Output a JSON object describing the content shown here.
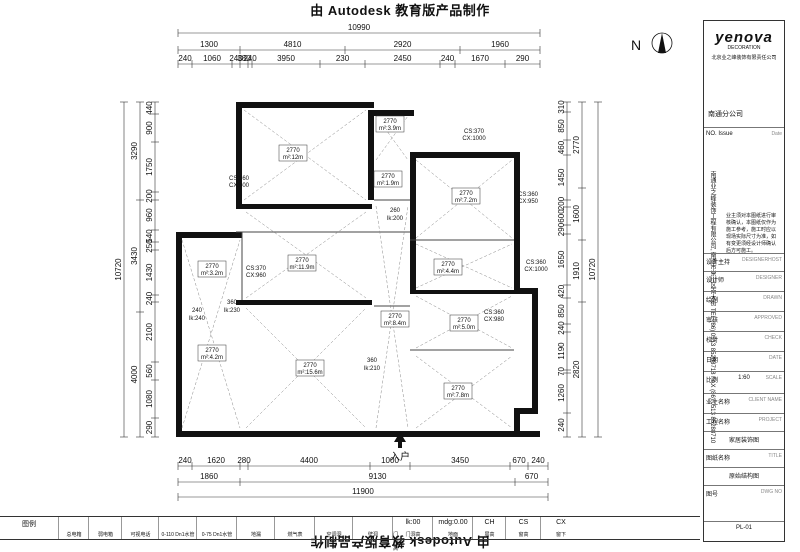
{
  "stamp": "由 Autodesk 教育版产品制作",
  "dims": {
    "top_total": "10990",
    "top_row1": [
      "1300",
      "4810",
      "2920",
      "1960"
    ],
    "top_row2": [
      "240",
      "1060",
      "240",
      "380",
      "240",
      "3950",
      "230",
      "2450",
      "240",
      "1670",
      "290"
    ],
    "bottom_total": "11900",
    "bottom_row1": [
      "1860",
      "9130",
      "670"
    ],
    "bottom_row2": [
      "240",
      "1620",
      "280",
      "4400",
      "1000",
      "3450",
      "670",
      "240"
    ],
    "left_total": "10720",
    "left_row1": [
      "3290",
      "3430",
      "4000"
    ],
    "left_row2": [
      "440",
      "900",
      "1750",
      "200",
      "960",
      "540",
      "250",
      "1430",
      "240",
      "2100",
      "560",
      "1080",
      "290"
    ],
    "right_total": "10720",
    "right_row1": [
      "2770",
      "1600",
      "1910",
      "2820"
    ],
    "right_row2": [
      "310",
      "850",
      "460",
      "1450",
      "200",
      "600",
      "290",
      "1650",
      "420",
      "850",
      "240",
      "1190",
      "70",
      "1260",
      "240"
    ]
  },
  "rooms": [
    {
      "h": "2770",
      "area": "m²:12m"
    },
    {
      "h": "2770",
      "area": "m²:3.9m"
    },
    {
      "h": "2770",
      "area": "m²:1.9m"
    },
    {
      "h": "2770",
      "area": "m²:7.2m"
    },
    {
      "h": "2770",
      "area": "m²:11.9m"
    },
    {
      "h": "2770",
      "area": "m²:3.2m"
    },
    {
      "h": "2770",
      "area": "m²:4.4m"
    },
    {
      "h": "2770",
      "area": "m²:5.0m"
    },
    {
      "h": "2770",
      "area": "m²:8.4m"
    },
    {
      "h": "2770",
      "area": "m²:15.6m"
    },
    {
      "h": "2770",
      "area": "m²:4.2m"
    },
    {
      "h": "2770",
      "area": "m²:7.8m"
    }
  ],
  "openings": [
    {
      "cs": "CS:370",
      "cx": "CX:1000"
    },
    {
      "cs": "CS:360",
      "cx": "CX:400"
    },
    {
      "cs": "CS:360",
      "cx": "CX:950"
    },
    {
      "cs": "CS:370",
      "cx": "CX:960"
    },
    {
      "cs": "CS:360",
      "cx": "CX:1000"
    },
    {
      "cs": "CS:360",
      "cx": "CX:980"
    }
  ],
  "small_labels": [
    "260",
    "lk:200",
    "240",
    "lk:240",
    "360",
    "lk:230",
    "360",
    "lk:210"
  ],
  "entrance": "入户",
  "legend": {
    "title": "图例",
    "items": [
      "总电箱",
      "弱电箱",
      "可视电话",
      "0-110 Dn1水管",
      "0-75 Dn1水管",
      "地漏",
      "燃气表",
      "空调洞",
      "壁洞",
      "门洞高",
      "",
      "",
      "",
      ""
    ],
    "values": [
      {
        "big": "lk:00",
        "lbl": "门洞高"
      },
      {
        "big": "mdg:0.00",
        "lbl": "地面"
      },
      {
        "big": "CH",
        "lbl": "层高"
      },
      {
        "big": "CS",
        "lbl": "窗高"
      },
      {
        "big": "CX",
        "lbl": "窗下"
      }
    ]
  },
  "title_block": {
    "logo": "yenova",
    "logo_sub": "DECORATION",
    "logo_cn": "北京业之峰装饰有限责任公司",
    "branch": "南通分公司",
    "vertical_addr": "南通业之峰装饰工程有限公司, 南通市崇川区南大街 TEL (86) 0513 85288718 FAX (86) 0513 85288710",
    "note": "业主须对本图纸进行审核确认，本图纸仅作为施工参考，施工时应以现场实际尺寸为准，如有变更须经设计师确认后方可施工。",
    "rows": [
      {
        "k": "NO. Issue",
        "e": "Date"
      },
      {
        "k": "设计主持",
        "e": "DESIGNERHOST"
      },
      {
        "k": "设计师",
        "e": "DESIGNER"
      },
      {
        "k": "绘制",
        "e": "DRAWN"
      },
      {
        "k": "审核",
        "e": "APPROVED"
      },
      {
        "k": "校对",
        "e": "CHECK"
      },
      {
        "k": "日期",
        "e": "DATE"
      },
      {
        "k": "比例",
        "e": "SCALE",
        "v": "1:60"
      },
      {
        "k": "业主名称",
        "e": "CLIENT NAME"
      },
      {
        "k": "工程名称",
        "e": "PROJECT"
      },
      {
        "k": "",
        "e": "",
        "v": "家居装饰图"
      },
      {
        "k": "图纸名称",
        "e": "TITLE"
      },
      {
        "k": "",
        "e": "",
        "v": "原始结构图"
      },
      {
        "k": "图号",
        "e": "DWG NO"
      },
      {
        "k": "",
        "e": "",
        "v": "PL-01"
      }
    ]
  }
}
